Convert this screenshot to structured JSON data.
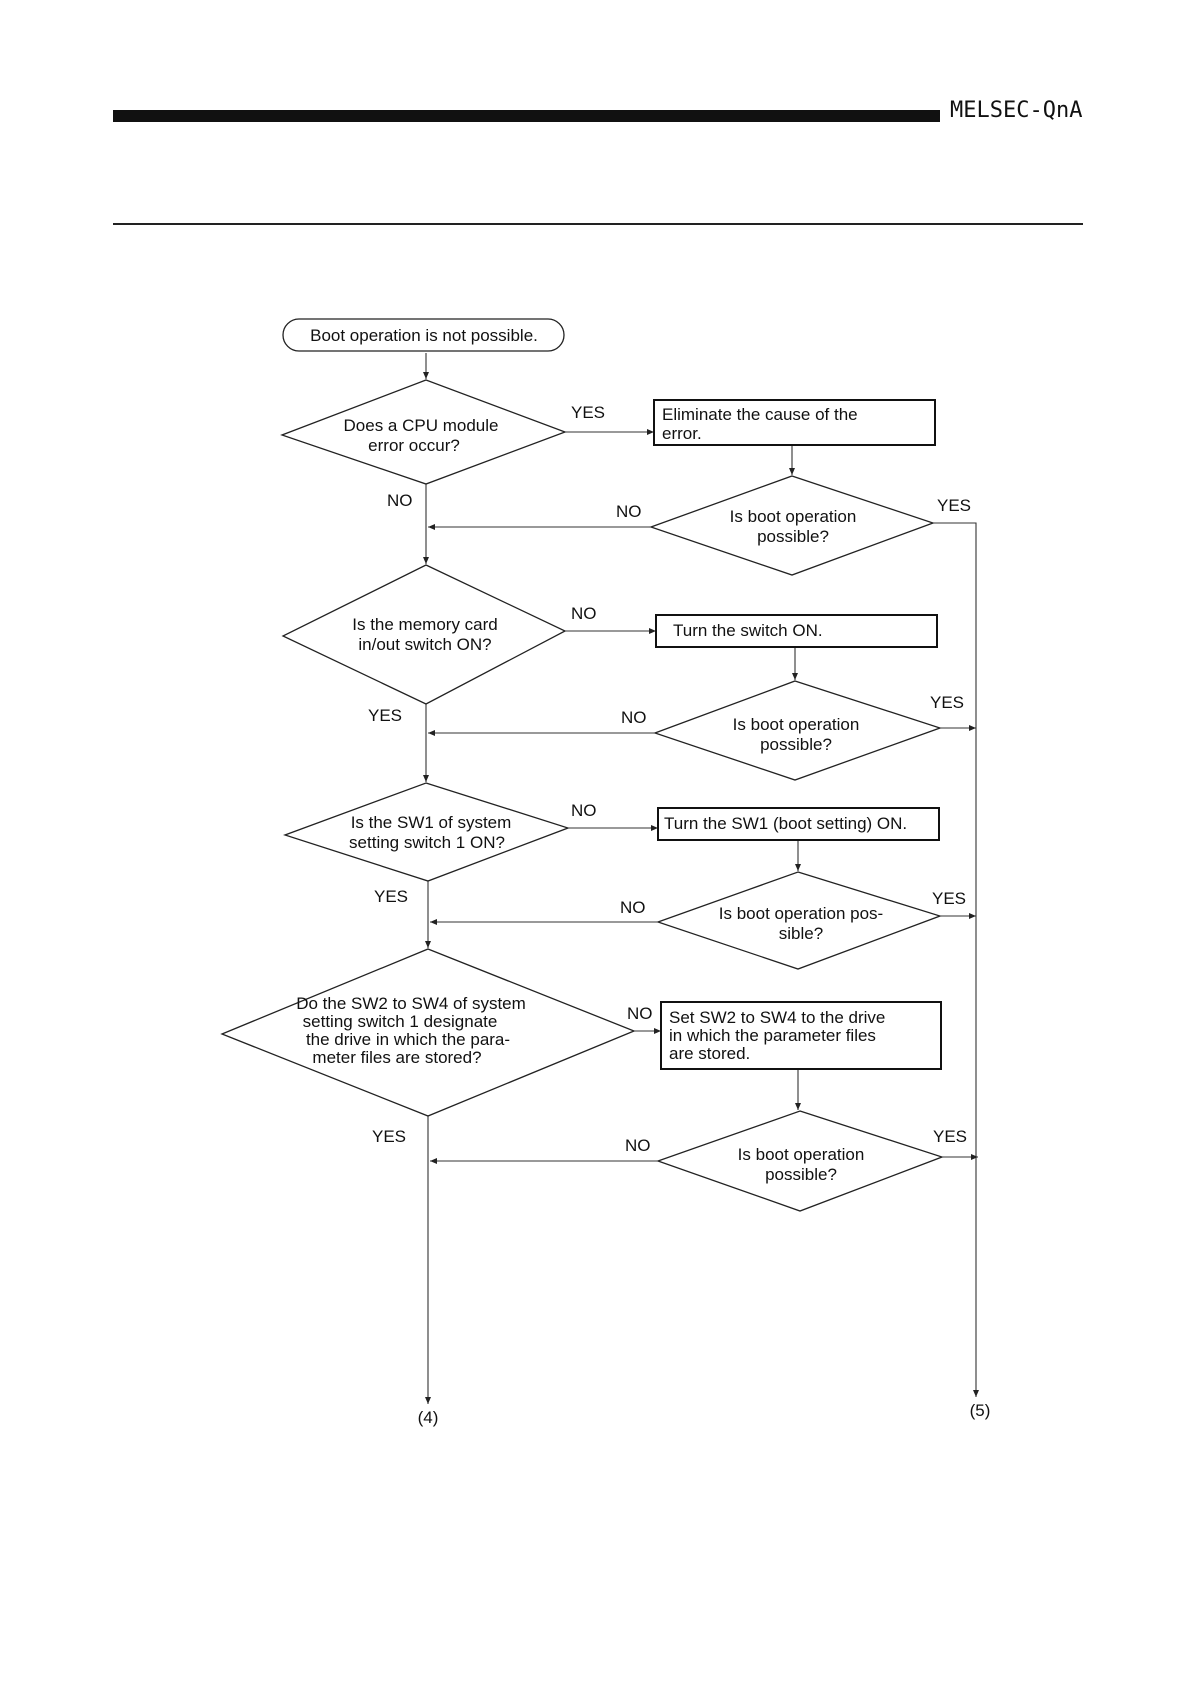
{
  "header": {
    "brand": "MELSEC-QnA"
  },
  "flowchart": {
    "start": "Boot operation is not possible.",
    "d1": [
      "Does a CPU module",
      "error occur?"
    ],
    "p1": [
      "Eliminate the cause of the",
      "error."
    ],
    "c1": [
      "Is boot operation",
      "possible?"
    ],
    "d2": [
      "Is the memory card",
      "in/out switch ON?"
    ],
    "p2": [
      "Turn the switch ON."
    ],
    "c2": [
      "Is boot operation",
      "possible?"
    ],
    "d3": [
      "Is the SW1 of system",
      "setting switch 1 ON?"
    ],
    "p3": [
      "Turn the SW1 (boot setting) ON."
    ],
    "c3": [
      "Is boot operation pos-",
      "sible?"
    ],
    "d4": [
      "Do the SW2 to SW4 of system",
      "setting switch 1 designate",
      "the drive in which the para-",
      "meter files are stored?"
    ],
    "p4": [
      "Set SW2 to SW4 to the drive",
      "in which the parameter files",
      "are stored."
    ],
    "c4": [
      "Is boot operation",
      "possible?"
    ],
    "yes": "YES",
    "no": "NO",
    "conn_left": "(4)",
    "conn_right": "(5)"
  }
}
